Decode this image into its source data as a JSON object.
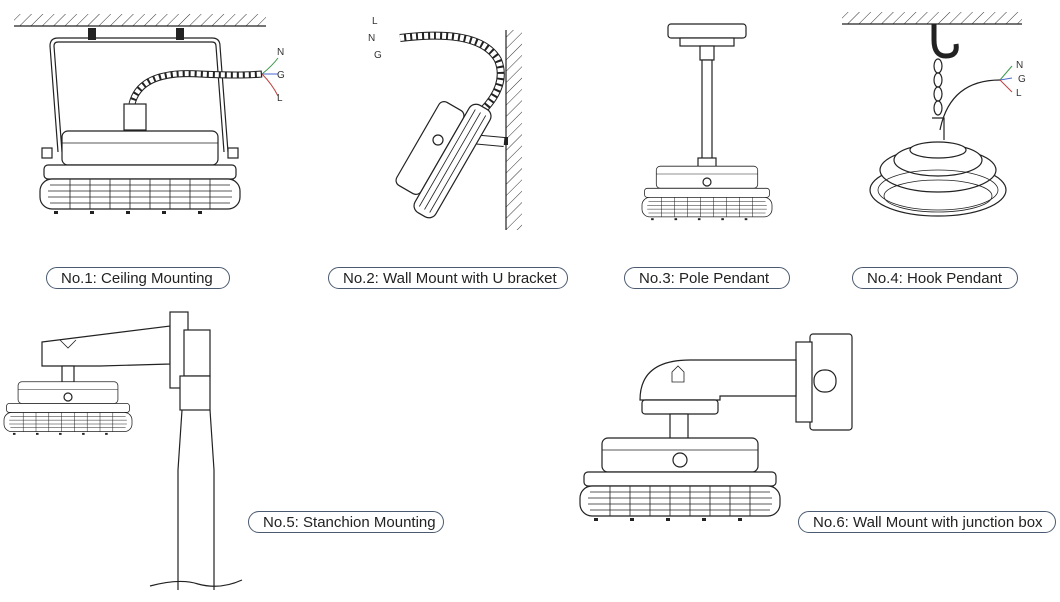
{
  "captions": {
    "c1": "No.1: Ceiling Mounting",
    "c2": "No.2: Wall Mount with U bracket",
    "c3": "No.3: Pole Pendant",
    "c4": "No.4: Hook Pendant",
    "c5": "No.5: Stanchion Mounting",
    "c6": "No.6: Wall Mount with junction box"
  },
  "wires": {
    "n": "N",
    "g": "G",
    "l": "L"
  },
  "colors": {
    "line": "#222222",
    "caption_border": "#4a5a70",
    "wire_green": "#3a9a4a",
    "wire_blue": "#4a6ad0",
    "wire_red": "#c04040"
  }
}
